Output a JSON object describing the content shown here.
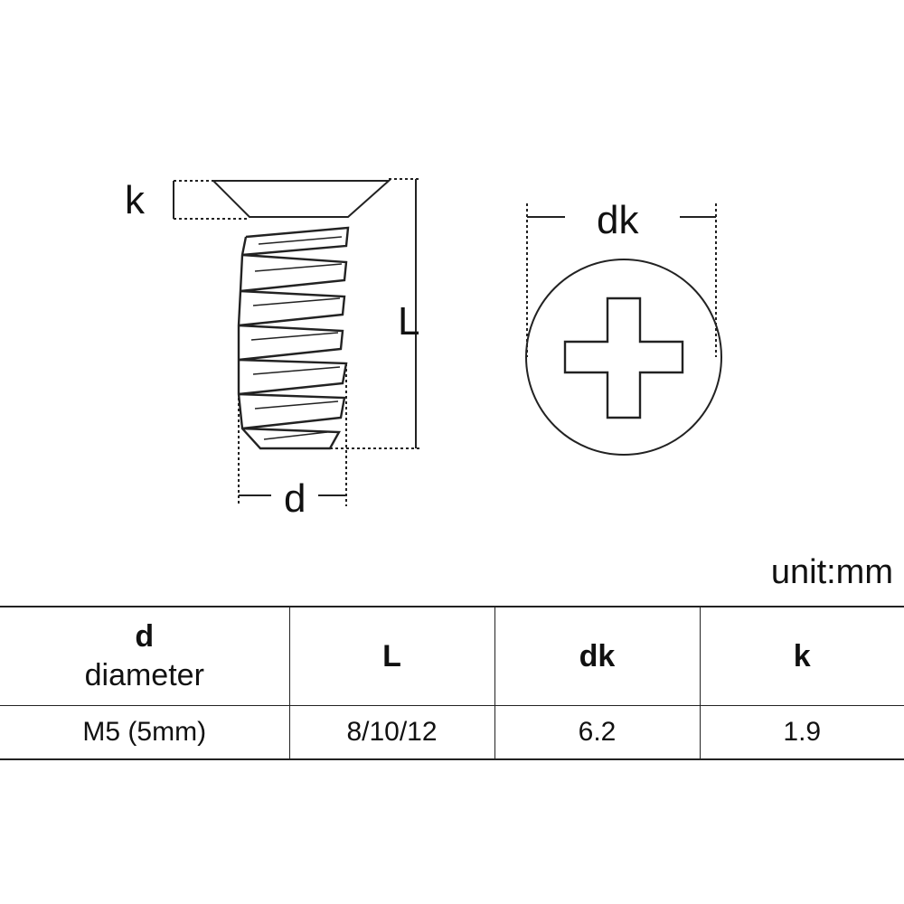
{
  "diagram": {
    "labels": {
      "k": "k",
      "L": "L",
      "d": "d",
      "dk": "dk"
    },
    "icons": [
      "screw-side-view-icon",
      "screw-head-top-view-icon",
      "phillips-cross-icon"
    ]
  },
  "unit_label": "unit:mm",
  "table": {
    "headers": [
      {
        "main": "d",
        "sub": "diameter"
      },
      {
        "main": "L",
        "sub": ""
      },
      {
        "main": "dk",
        "sub": ""
      },
      {
        "main": "k",
        "sub": ""
      }
    ],
    "rows": [
      [
        "M5 (5mm)",
        "8/10/12",
        "6.2",
        "1.9"
      ]
    ]
  },
  "colors": {
    "line": "#222222",
    "background": "#ffffff"
  }
}
